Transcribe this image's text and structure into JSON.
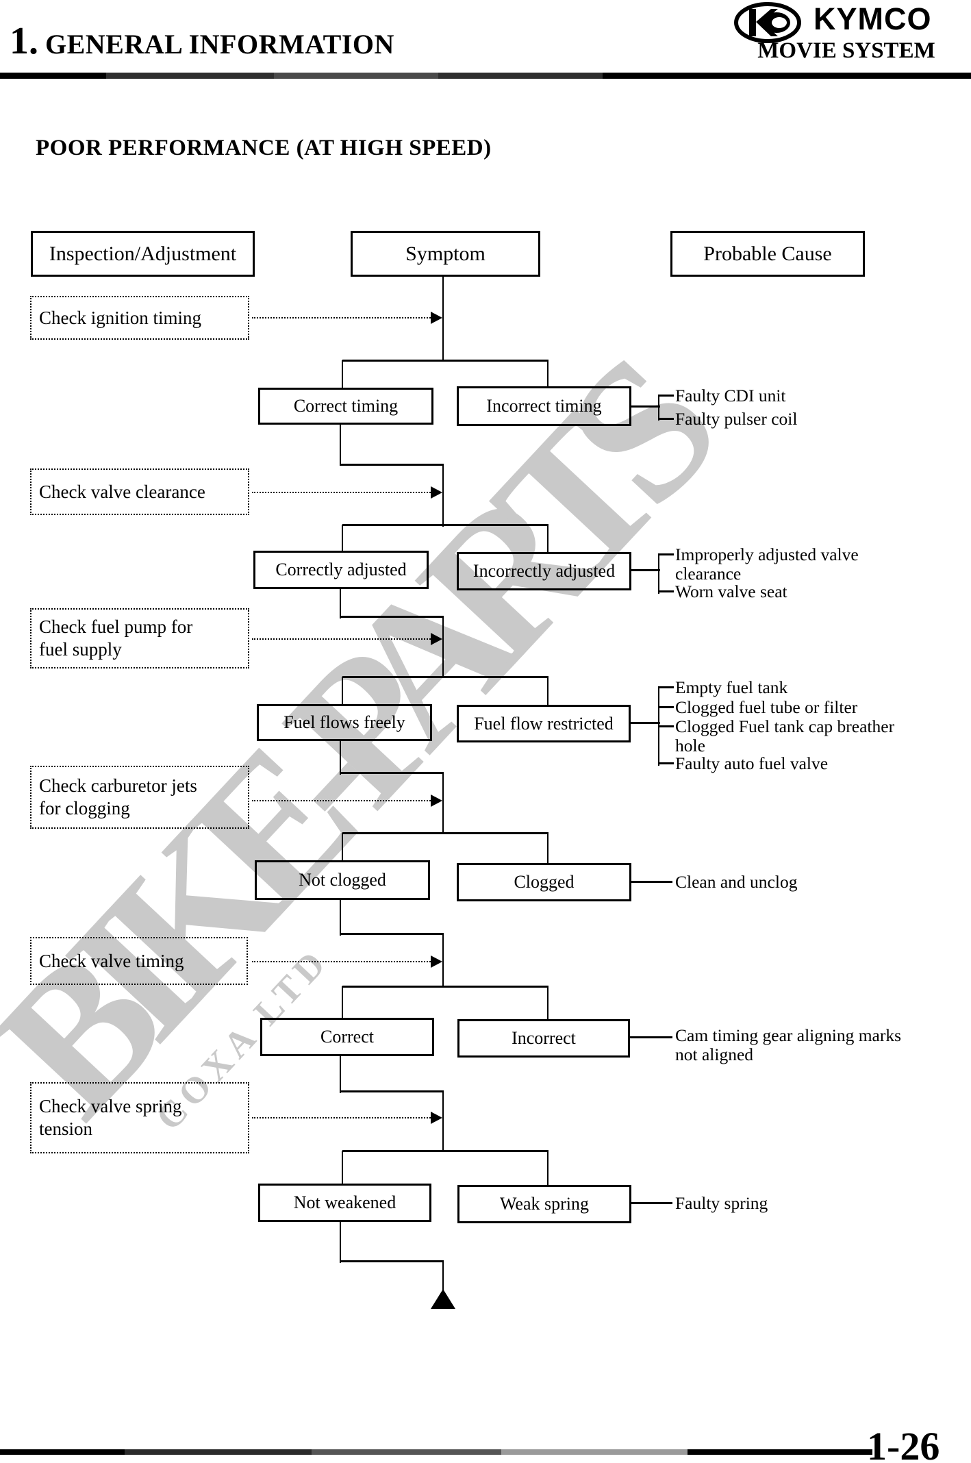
{
  "header": {
    "section_number": "1.",
    "section_title": "GENERAL INFORMATION",
    "brand": "KYMCO",
    "brand_subtitle": "MOVIE SYSTEM"
  },
  "page_title": "POOR PERFORMANCE (AT HIGH SPEED)",
  "column_headers": {
    "inspection": "Inspection/Adjustment",
    "symptom": "Symptom",
    "cause": "Probable Cause"
  },
  "stages": [
    {
      "check": "Check ignition timing",
      "ok": "Correct timing",
      "fail": "Incorrect timing",
      "causes": [
        "Faulty CDI unit",
        "Faulty pulser coil"
      ]
    },
    {
      "check": "Check valve clearance",
      "ok": "Correctly adjusted",
      "fail": "Incorrectly adjusted",
      "causes": [
        "Improperly adjusted valve clearance",
        "Worn valve seat"
      ]
    },
    {
      "check": "Check fuel pump for fuel supply",
      "ok": "Fuel flows freely",
      "fail": "Fuel flow restricted",
      "causes": [
        "Empty fuel tank",
        "Clogged fuel tube or filter",
        "Clogged Fuel tank cap breather hole",
        "Faulty auto fuel valve"
      ]
    },
    {
      "check": "Check carburetor jets for clogging",
      "ok": "Not clogged",
      "fail": "Clogged",
      "causes": [
        "Clean and unclog"
      ]
    },
    {
      "check": "Check valve timing",
      "ok": "Correct",
      "fail": "Incorrect",
      "causes": [
        "Cam timing gear aligning marks not aligned"
      ]
    },
    {
      "check": "Check valve spring tension",
      "ok": "Not weakened",
      "fail": "Weak spring",
      "causes": [
        "Faulty spring"
      ]
    }
  ],
  "watermark": {
    "main": "BIKE-PARTS",
    "sub": "COXA LTD"
  },
  "footer": {
    "page_number": "1-26"
  }
}
